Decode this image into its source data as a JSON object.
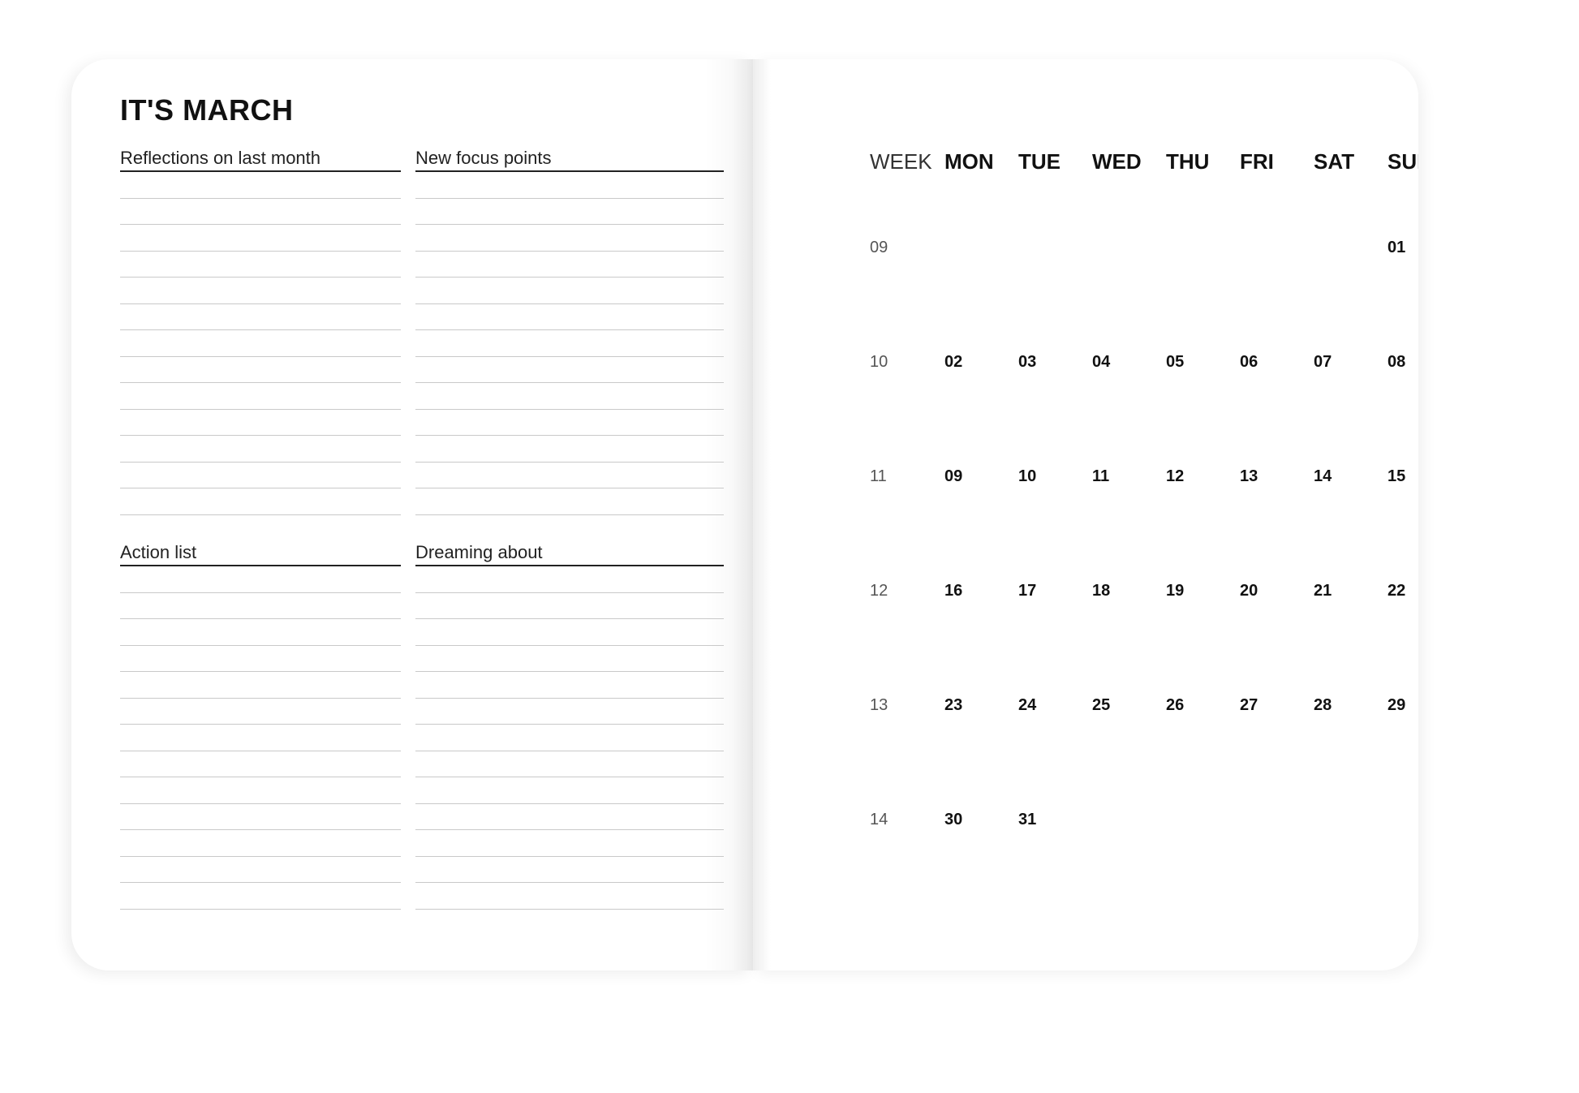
{
  "left_page": {
    "title": "IT'S MARCH",
    "sections": [
      {
        "heading": "Reflections on last month"
      },
      {
        "heading": "New focus points"
      },
      {
        "heading": "Action list"
      },
      {
        "heading": "Dreaming about"
      }
    ]
  },
  "calendar": {
    "week_label": "WEEK",
    "days": [
      "MON",
      "TUE",
      "WED",
      "THU",
      "FRI",
      "SAT",
      "SUN"
    ],
    "rows": [
      {
        "week": "09",
        "dates": [
          "",
          "",
          "",
          "",
          "",
          "",
          "01"
        ]
      },
      {
        "week": "10",
        "dates": [
          "02",
          "03",
          "04",
          "05",
          "06",
          "07",
          "08"
        ]
      },
      {
        "week": "11",
        "dates": [
          "09",
          "10",
          "11",
          "12",
          "13",
          "14",
          "15"
        ]
      },
      {
        "week": "12",
        "dates": [
          "16",
          "17",
          "18",
          "19",
          "20",
          "21",
          "22"
        ]
      },
      {
        "week": "13",
        "dates": [
          "23",
          "24",
          "25",
          "26",
          "27",
          "28",
          "29"
        ]
      },
      {
        "week": "14",
        "dates": [
          "30",
          "31",
          "",
          "",
          "",
          "",
          ""
        ]
      }
    ]
  },
  "colors": {
    "ink": "#111111",
    "rule": "#c9c9c9",
    "paper": "#ffffff"
  }
}
